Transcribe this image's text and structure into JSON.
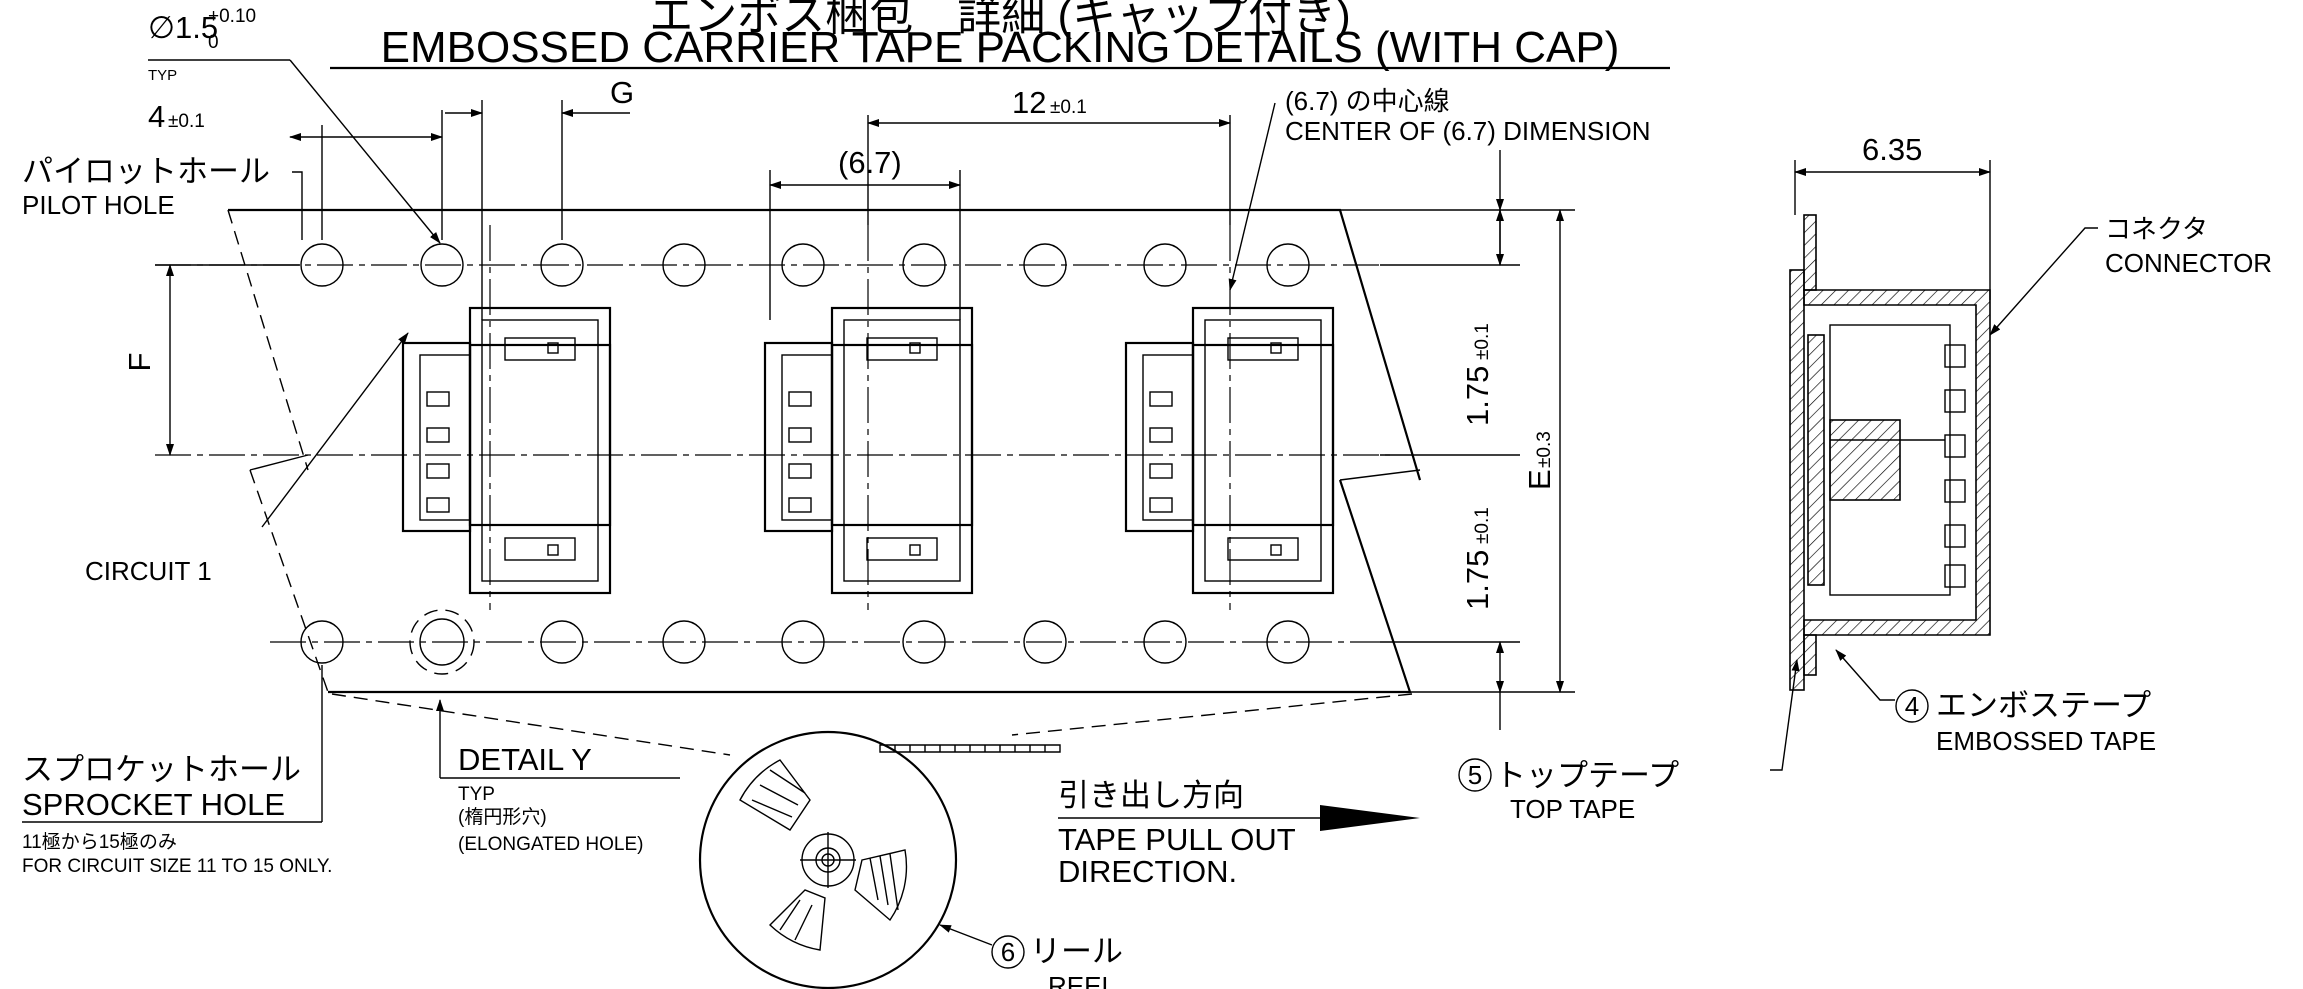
{
  "title": {
    "jp": "エンボス梱包　詳細 (キャップ付き)",
    "en": "EMBOSSED CARRIER TAPE PACKING DETAILS (WITH CAP)"
  },
  "dimensions": {
    "hole_dia": "∅1.5",
    "hole_dia_tol_plus": "+0.10",
    "hole_dia_tol_minus": "0",
    "typ": "TYP",
    "pitch_4": "4",
    "pitch_4_tol": "±0.1",
    "g": "G",
    "pitch_12": "12",
    "pitch_12_tol": "±0.1",
    "dim_67": "(6.7)",
    "f": "F",
    "e": "E",
    "e_tol": "±0.3",
    "d175_top": "1.75",
    "d175_top_tol": "±0.1",
    "d175_bot": "1.75",
    "d175_bot_tol": "±0.1",
    "d635": "6.35"
  },
  "labels": {
    "center_jp": "(6.7) の中心線",
    "center_en": "CENTER OF (6.7) DIMENSION",
    "pilot_jp": "パイロットホール",
    "pilot_en": "PILOT HOLE",
    "circuit1": "CIRCUIT 1",
    "sprocket_jp": "スプロケットホール",
    "sprocket_en": "SPROCKET HOLE",
    "sprocket_note_jp": "11極から15極のみ",
    "sprocket_note_en": "FOR CIRCUIT SIZE 11 TO 15 ONLY.",
    "detail_y": "DETAIL Y",
    "detail_typ": "TYP",
    "detail_jp": "(楕円形穴)",
    "detail_en": "(ELONGATED HOLE)",
    "pull_jp": "引き出し方向",
    "pull_en1": "TAPE PULL OUT",
    "pull_en2": "DIRECTION.",
    "reel_no": "6",
    "reel_jp": "リール",
    "reel_en": "REEL",
    "top_tape_no": "5",
    "top_tape_jp": "トップテープ",
    "top_tape_en": "TOP TAPE",
    "emb_tape_no": "4",
    "emb_tape_jp": "エンボステープ",
    "emb_tape_en": "EMBOSSED TAPE",
    "connector_jp": "コネクタ",
    "connector_en": "CONNECTOR"
  }
}
